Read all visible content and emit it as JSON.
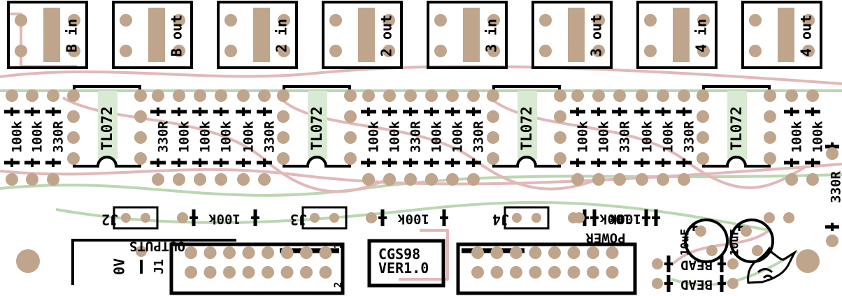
{
  "colors": {
    "board": "#ffffff",
    "pad": "#bfa58c",
    "silk": "#000000",
    "trace_top": "#e2b8b8",
    "trace_bottom": "#bad7b2"
  },
  "jacks": [
    "B in",
    "B out",
    "2 in",
    "2 out",
    "3 in",
    "3 out",
    "4 in",
    "4 out"
  ],
  "chips": [
    "TL072",
    "TL072",
    "TL072",
    "TL072"
  ],
  "resistor_groups": [
    [
      "100k",
      "100k",
      "330R"
    ],
    [
      "330R",
      "100k",
      "100k",
      "100k",
      "100k",
      "330R"
    ],
    [
      "100k",
      "100k",
      "330R",
      "100k",
      "100k",
      "330R"
    ],
    [
      "100k",
      "100k",
      "330R",
      "100k",
      "100k",
      "330R"
    ],
    [
      "100k",
      "100k"
    ]
  ],
  "resistor_330r_edge": "330R",
  "jumpers": [
    {
      "label": "J2",
      "value": "100k"
    },
    {
      "label": "J3",
      "value": "100k"
    },
    {
      "label": "J4",
      "value": "100k"
    }
  ],
  "outputs_label": "OUTPUTS",
  "power_label": "POWER",
  "zero_v_label": "0V",
  "j1_label": "J1",
  "header_pin_top": "1",
  "header_pin_bottom": "2",
  "badge": {
    "line1": "CGS98",
    "line2": "VER1.0"
  },
  "capacitors": [
    "10uF",
    "10uF"
  ],
  "beads": [
    "BEAD",
    "BEAD"
  ]
}
